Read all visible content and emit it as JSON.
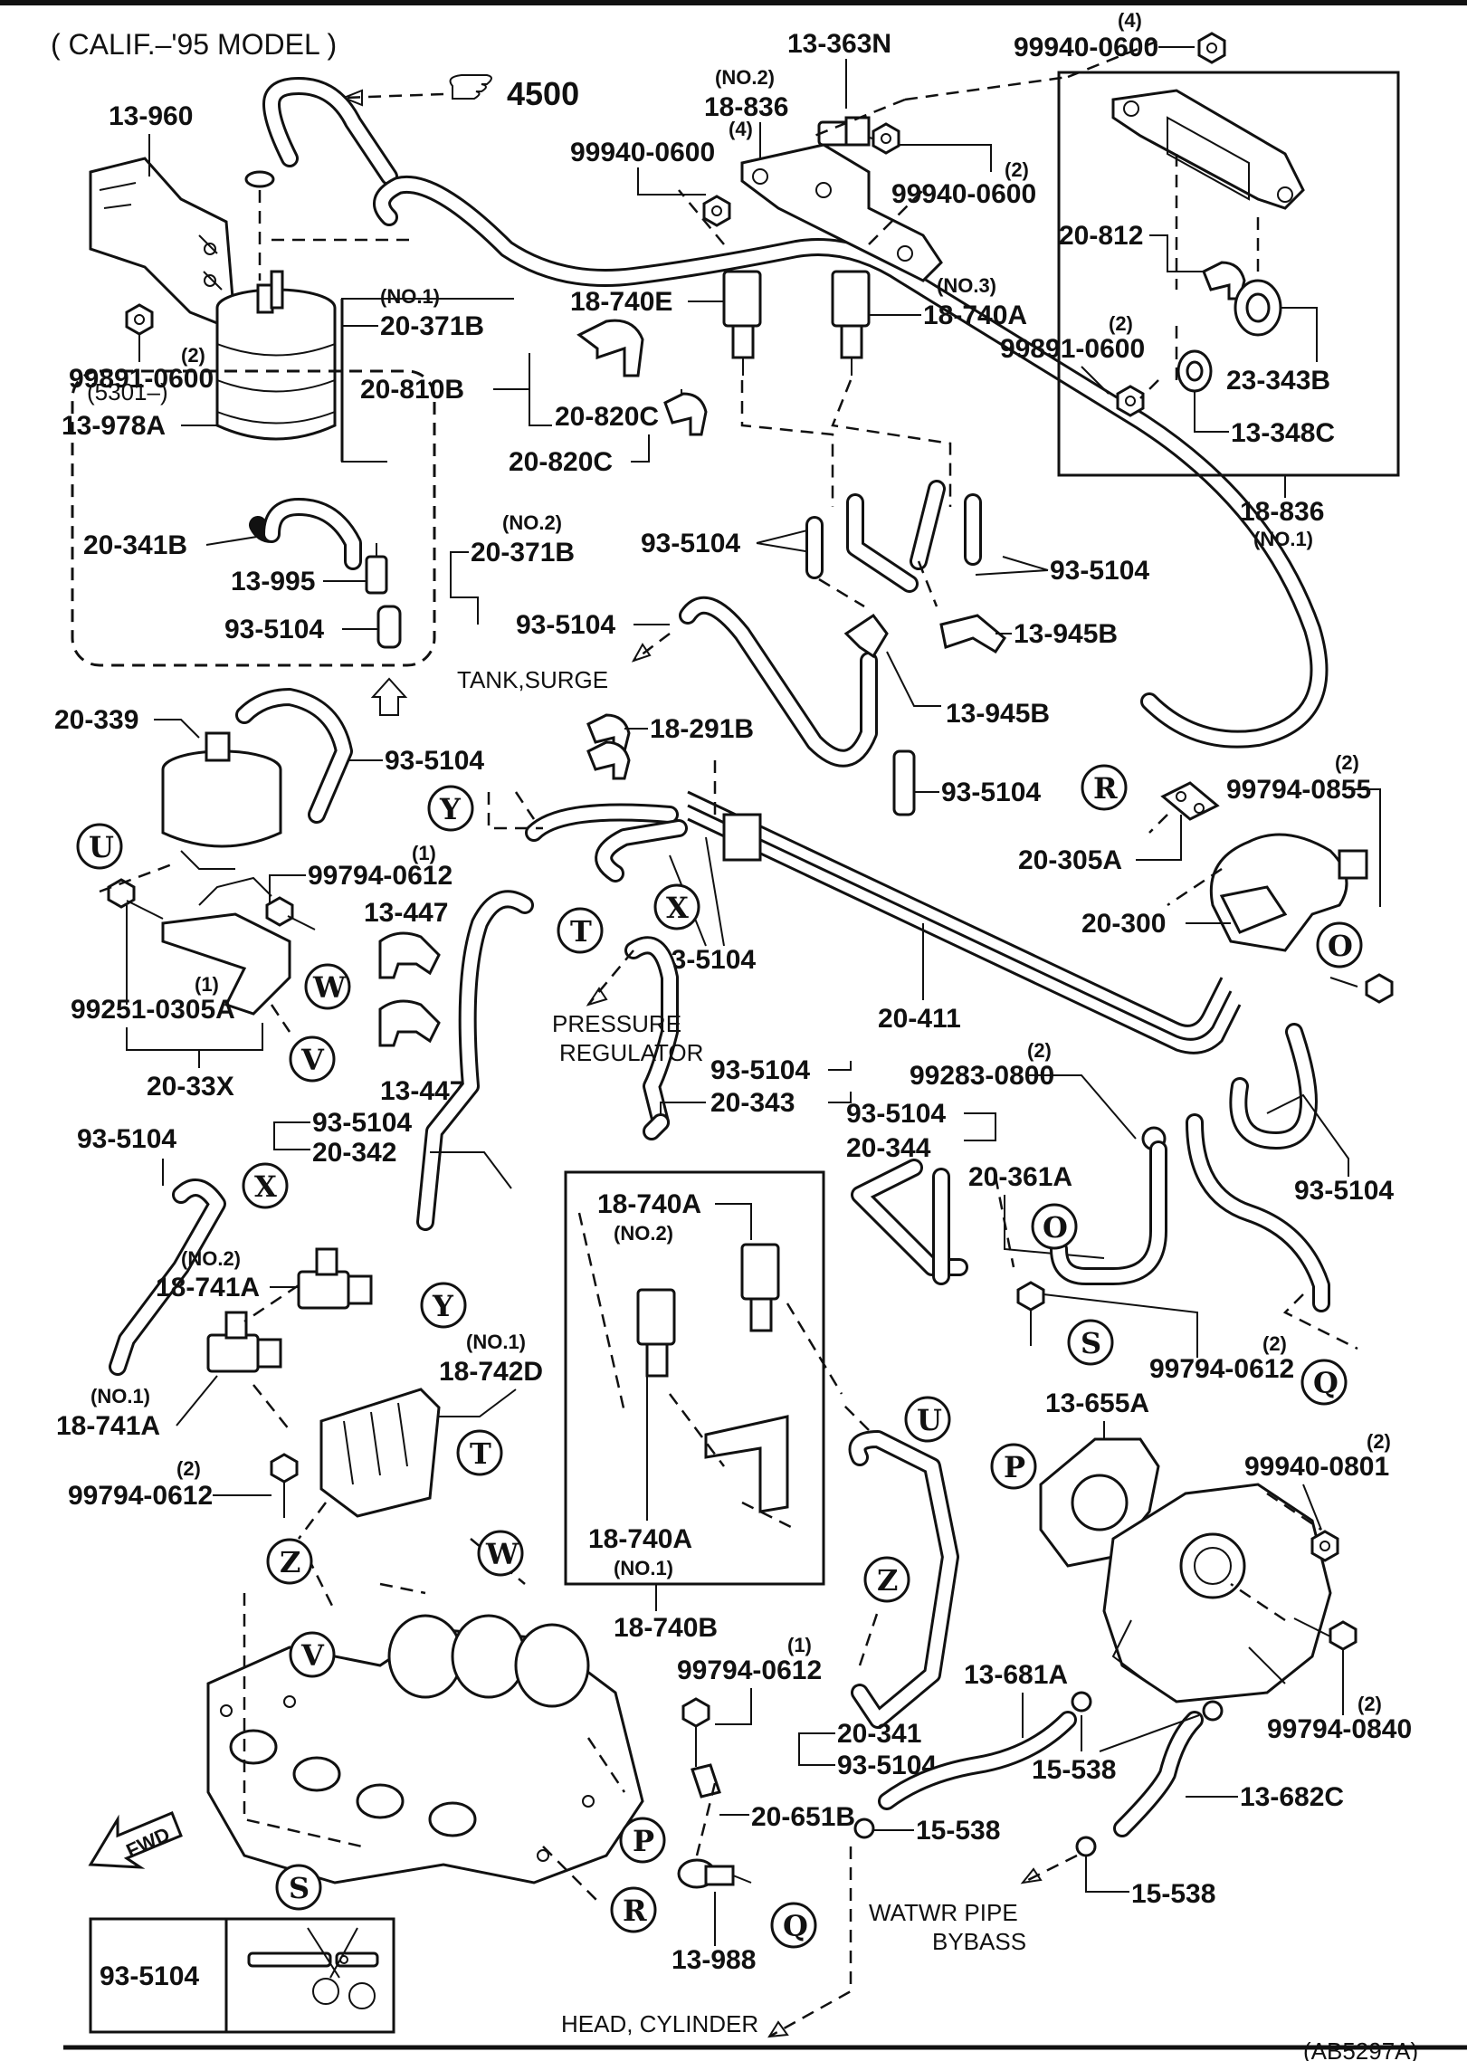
{
  "header": {
    "model": "( CALIF.–'95  MODEL )",
    "footer_code": "(AB5297A)"
  },
  "ref": {
    "arrow_ref": "4500"
  },
  "parts": {
    "p13_960": "13-960",
    "p99891_0600_a": "99891-0600",
    "p99891_0600_a_qty": "(2)",
    "p13_978A": "13-978A",
    "p20_371B_1": "20-371B",
    "p20_371B_1_note": "(NO.1)",
    "p20_810B": "20-810B",
    "p20_820C_a": "20-820C",
    "p20_820C_b": "20-820C",
    "p18_836_2": "18-836",
    "p18_836_2_note": "(NO.2)",
    "p13_363N": "13-363N",
    "p99940_0600_a": "99940-0600",
    "p99940_0600_a_qty": "(4)",
    "p99940_0600_b": "99940-0600",
    "p99940_0600_b_qty": "(2)",
    "p99940_0600_c": "99940-0600",
    "p99940_0600_c_qty": "(4)",
    "p18_740E": "18-740E",
    "p18_740A_3": "18-740A",
    "p18_740A_3_note": "(NO.3)",
    "p20_812": "20-812",
    "p99891_0600_b": "99891-0600",
    "p99891_0600_b_qty": "(2)",
    "p23_343B": "23-343B",
    "p13_348C": "13-348C",
    "p18_836_1": "18-836",
    "p18_836_1_note": "(NO.1)",
    "inset_serial": "(5301–)",
    "p20_341B": "20-341B",
    "p13_995": "13-995",
    "p93_5104_inset": "93-5104",
    "p20_371B_2": "20-371B",
    "p20_371B_2_note": "(NO.2)",
    "p93_5104_a": "93-5104",
    "p93_5104_b": "93-5104",
    "p93_5104_c": "93-5104",
    "p13_945B_a": "13-945B",
    "p13_945B_b": "13-945B",
    "tank_surge": "TANK,SURGE",
    "p20_339": "20-339",
    "p93_5104_d": "93-5104",
    "p18_291B": "18-291B",
    "p93_5104_e": "93-5104",
    "p99794_0855": "99794-0855",
    "p99794_0855_qty": "(2)",
    "p20_305A": "20-305A",
    "p99794_0612_a": "99794-0612",
    "p99794_0612_a_qty": "(1)",
    "p13_447_a": "13-447",
    "p13_447_b": "13-447",
    "p99251_0305A": "99251-0305A",
    "p99251_0305A_qty": "(1)",
    "p20_33X": "20-33X",
    "p93_5104_f": "93-5104",
    "p20_300": "20-300",
    "pressure_regulator_1": "PRESSURE",
    "pressure_regulator_2": "REGULATOR",
    "p20_411": "20-411",
    "p93_5104_g": "93-5104",
    "p20_343": "20-343",
    "p99283_0800": "99283-0800",
    "p99283_0800_qty": "(2)",
    "p93_5104_h": "93-5104",
    "p20_344": "20-344",
    "p20_361A": "20-361A",
    "p93_5104_i": "93-5104",
    "p93_5104_j": "93-5104",
    "p93_5104_k": "93-5104",
    "p20_342": "20-342",
    "p18_741A_2": "18-741A",
    "p18_741A_2_note": "(NO.2)",
    "p18_741A_1": "18-741A",
    "p18_741A_1_note": "(NO.1)",
    "p18_742D": "18-742D",
    "p18_742D_note": "(NO.1)",
    "p99794_0612_b": "99794-0612",
    "p99794_0612_b_qty": "(2)",
    "p18_740A_2": "18-740A",
    "p18_740A_2_note": "(NO.2)",
    "p18_740A_1": "18-740A",
    "p18_740A_1_note": "(NO.1)",
    "p18_740B": "18-740B",
    "p99794_0612_c": "99794-0612",
    "p99794_0612_c_qty": "(2)",
    "p13_655A": "13-655A",
    "p99940_0801": "99940-0801",
    "p99940_0801_qty": "(2)",
    "p99794_0612_d": "99794-0612",
    "p99794_0612_d_qty": "(1)",
    "p13_681A": "13-681A",
    "p20_341": "20-341",
    "p93_5104_l": "93-5104",
    "p15_538_a": "15-538",
    "p13_682C": "13-682C",
    "p99794_0840": "99794-0840",
    "p99794_0840_qty": "(2)",
    "p20_651B": "20-651B",
    "p15_538_b": "15-538",
    "p15_538_c": "15-538",
    "p13_988": "13-988",
    "water_pipe_1": "WATWR  PIPE",
    "water_pipe_2": "BYBASS",
    "head_cylinder": "HEAD, CYLINDER",
    "fwd": "FWD",
    "legend_part": "93-5104"
  },
  "callouts": {
    "U1": "U",
    "W1": "W",
    "V1": "V",
    "Y1": "Y",
    "T1": "T",
    "X1": "X",
    "R1": "R",
    "O1": "O",
    "X2": "X",
    "Y2": "Y",
    "T2": "T",
    "O2": "O",
    "S1": "S",
    "Q1": "Q",
    "U2": "U",
    "P1": "P",
    "Z1": "Z",
    "Z2": "Z",
    "W2": "W",
    "V2": "V",
    "P2": "P",
    "R2": "R",
    "S2": "S",
    "Q2": "Q"
  }
}
